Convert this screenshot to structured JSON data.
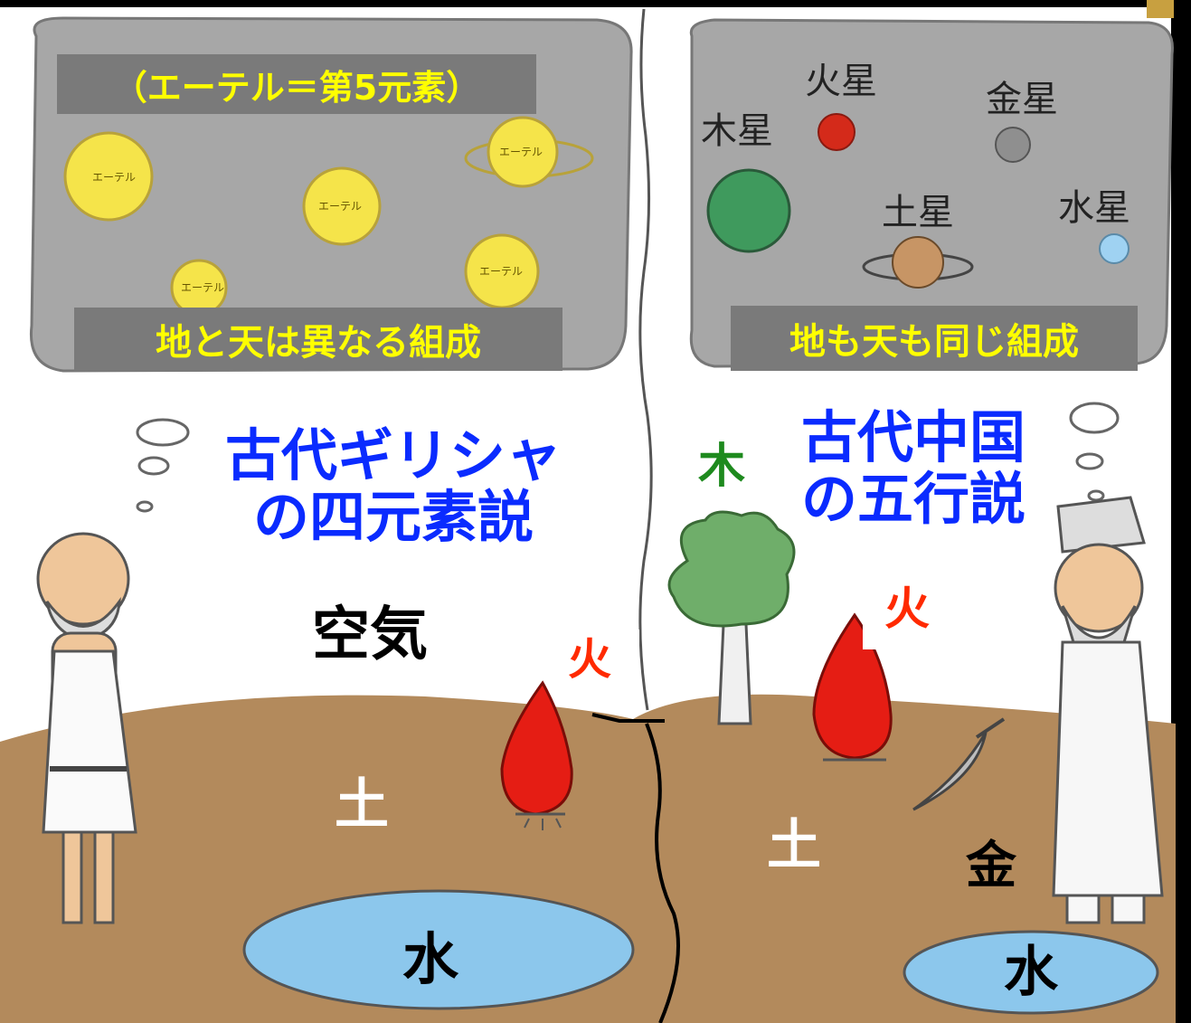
{
  "greek": {
    "ether_caption": "（エーテル＝第5元素）",
    "ether_ball_text": "エーテル",
    "sky_caption": "地と天は異なる組成",
    "title_line1": "古代ギリシャ",
    "title_line2": "の四元素説",
    "elements": {
      "air": "空気",
      "fire": "火",
      "earth": "土",
      "water": "水"
    }
  },
  "chinese": {
    "planets": {
      "mars": "火星",
      "venus": "金星",
      "jupiter": "木星",
      "saturn": "土星",
      "mercury": "水星"
    },
    "sky_caption": "地も天も同じ組成",
    "title_line1": "古代中国",
    "title_line2": "の五行説",
    "elements": {
      "wood": "木",
      "fire": "火",
      "earth": "土",
      "metal": "金",
      "water": "水"
    }
  },
  "colors": {
    "ground": "#b38a5c",
    "sky_panel": "#a7a7a7",
    "ether_ball": "#f5e44a",
    "caption_band": "#7a7a7a",
    "caption_text": "#ffff00",
    "title_text": "#0a2bff",
    "fire_text": "#ff2a00",
    "wood_text": "#1e8a1e",
    "water_pond": "#8cc7ec",
    "mars": "#d42a1a",
    "jupiter": "#3f9a5d",
    "venus": "#8f8f8f",
    "saturn": "#c79565",
    "mercury": "#9fd2f2"
  }
}
